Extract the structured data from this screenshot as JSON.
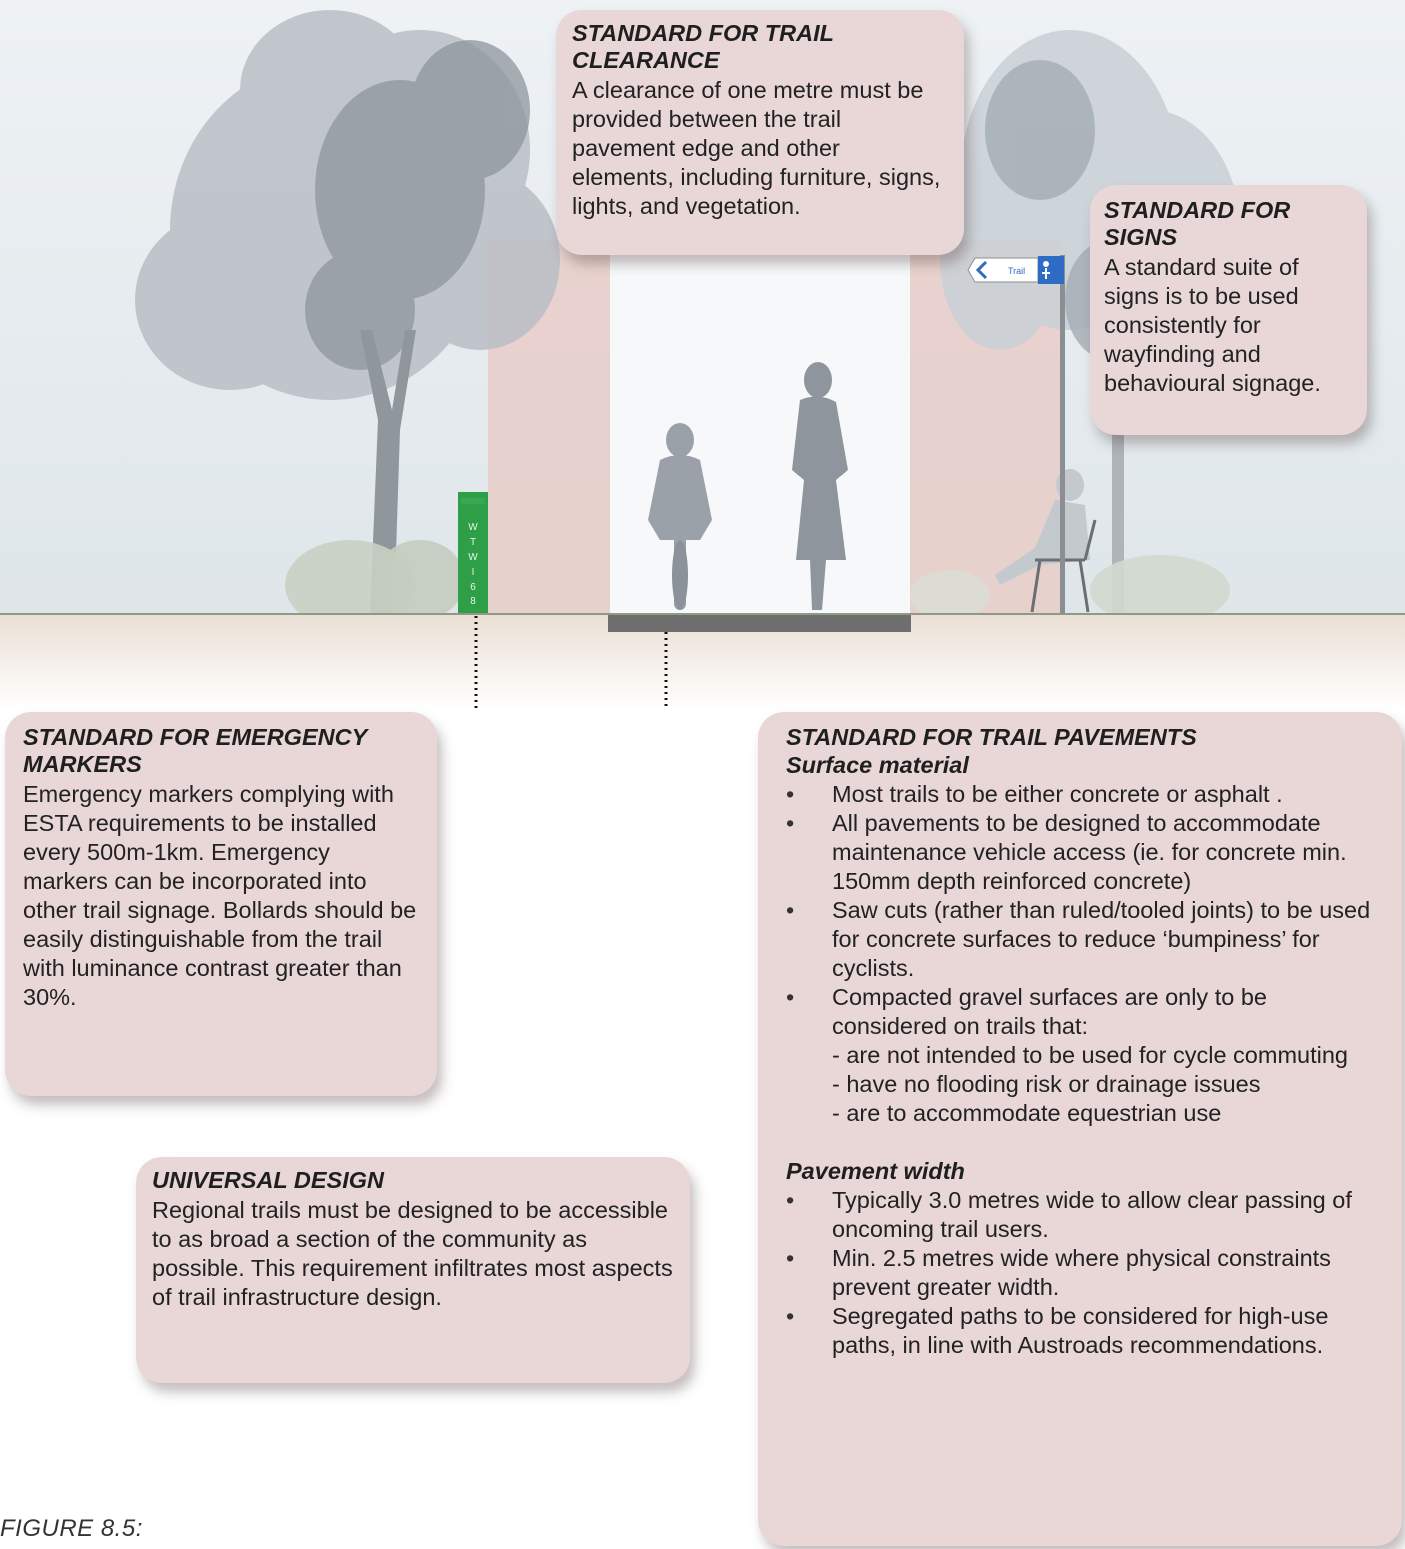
{
  "scene": {
    "sign_text": "Trail",
    "marker_text": "W T W I 6 8",
    "colors": {
      "corridor": "#edd1cc",
      "clear_zone": "#f6f8fa",
      "ground": "#eee5dc",
      "pavement": "#6e6e6e",
      "marker": "#2e9e47",
      "sign": "#2d6bc4"
    }
  },
  "callouts": {
    "clearance": {
      "heading_line1": "STANDARD FOR TRAIL",
      "heading_line2": "CLEARANCE",
      "body": "A clearance of one metre must be provided between the trail pavement edge and other elements, including furniture, signs, lights, and vegetation."
    },
    "signs": {
      "heading_line1": "STANDARD FOR",
      "heading_line2": "SIGNS",
      "body": "A standard suite of signs is to be used consistently for wayfinding and behavioural signage."
    },
    "emergency": {
      "heading_line1": "STANDARD FOR EMERGENCY",
      "heading_line2": "MARKERS",
      "body": "Emergency markers complying with ESTA requirements to be installed every 500m-1km. Emergency markers can be incorporated into other trail signage. Bollards should be easily distinguishable from the trail with luminance contrast greater than 30%."
    },
    "pavements": {
      "heading": "STANDARD FOR TRAIL PAVEMENTS",
      "surface_title": "Surface material",
      "surface_items": [
        "Most trails to be either concrete or asphalt .",
        "All pavements to be designed to accommodate maintenance vehicle access (ie. for concrete min. 150mm depth reinforced concrete)",
        "Saw cuts (rather than ruled/tooled joints) to be used for concrete surfaces to reduce ‘bumpiness’ for cyclists.",
        "Compacted gravel surfaces are only to be considered on trails that:"
      ],
      "gravel_conditions": [
        "- are not intended to be used for cycle commuting",
        "- have no flooding risk or drainage issues",
        "- are to accommodate equestrian use"
      ],
      "width_title": "Pavement width",
      "width_items": [
        "Typically 3.0 metres wide to allow clear passing of oncoming trail users.",
        "Min. 2.5 metres wide where physical constraints prevent greater width.",
        "Segregated paths to be considered for high-use paths, in line with Austroads recommendations."
      ]
    },
    "universal": {
      "heading": "UNIVERSAL DESIGN",
      "body": "Regional trails must be designed to be accessible to as broad a section of the community as possible. This requirement infiltrates most aspects of trail infrastructure design."
    }
  },
  "figure_caption": "FIGURE 8.5:"
}
